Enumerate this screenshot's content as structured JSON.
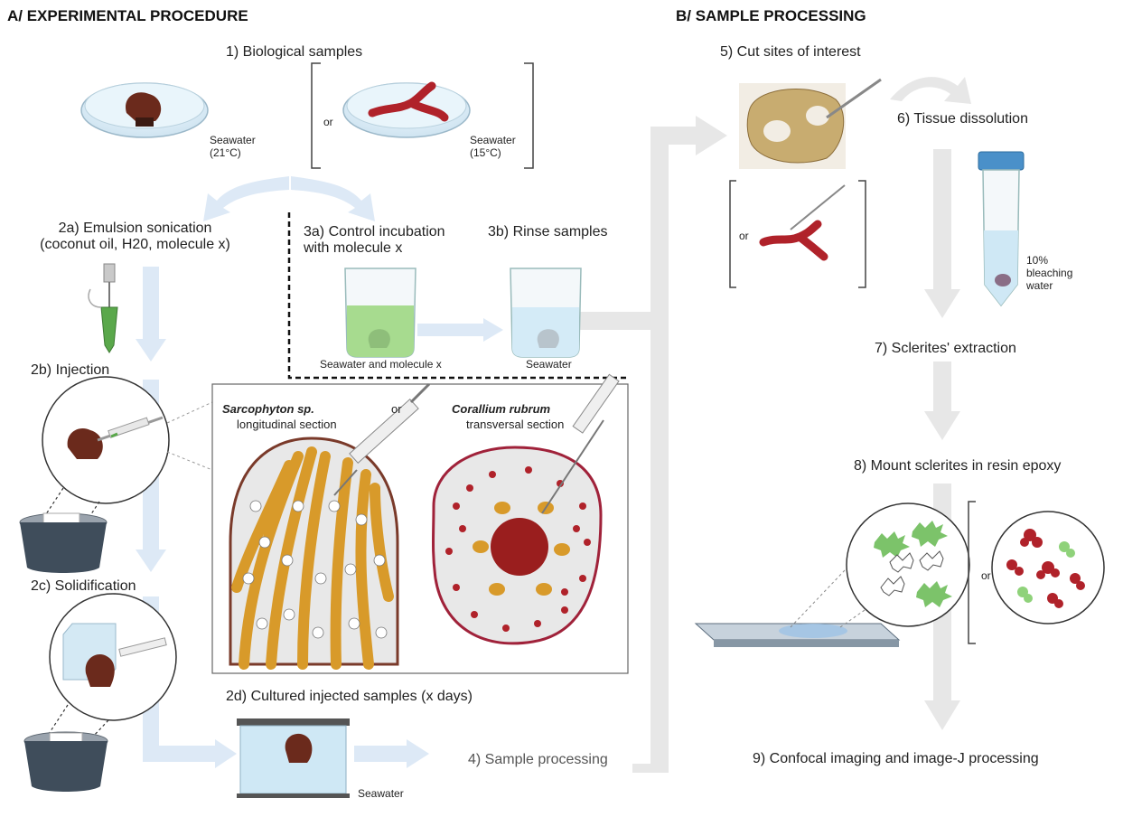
{
  "section_a": {
    "title": "A/ EXPERIMENTAL PROCEDURE",
    "step1": "1) Biological samples",
    "seawater_21": [
      "Seawater",
      "(21°C)"
    ],
    "seawater_15": [
      "Seawater",
      "(15°C)"
    ],
    "or": "or",
    "step2a": [
      "2a) Emulsion sonication",
      "(coconut oil, H20, molecule x)"
    ],
    "step2b": "2b) Injection",
    "step2c": "2c) Solidification",
    "step2d": "2d) Cultured injected samples (x days)",
    "step3a": [
      "3a) Control incubation",
      "with molecule x"
    ],
    "step3b": "3b) Rinse samples",
    "beaker_green_label": "Seawater and molecule x",
    "beaker_blue_label": "Seawater",
    "sarcophyton_name": "Sarcophyton sp.",
    "sarcophyton_section": "longitudinal section",
    "corallium_name": "Corallium rubrum",
    "corallium_section": "transversal section",
    "aquarium_label": "Seawater",
    "step4": "4) Sample processing"
  },
  "section_b": {
    "title": "B/ SAMPLE PROCESSING",
    "step5": "5) Cut sites of interest",
    "step6": "6) Tissue dissolution",
    "bleach_label": [
      "10%",
      "bleaching",
      "water"
    ],
    "step7": "7) Sclerites' extraction",
    "step8": "8) Mount sclerites in resin epoxy",
    "step9": "9) Confocal imaging and image-J processing",
    "or": "or"
  },
  "colors": {
    "flow_arrow": "#dbe9f7",
    "grey_arrow": "#e6e6e6",
    "sarco_brown": "#6b2a1c",
    "coral_red": "#b0222a",
    "orange_canal": "#d89a2a",
    "green_liquid": "#9fd88a",
    "blue_liquid": "#cfe8f5"
  }
}
